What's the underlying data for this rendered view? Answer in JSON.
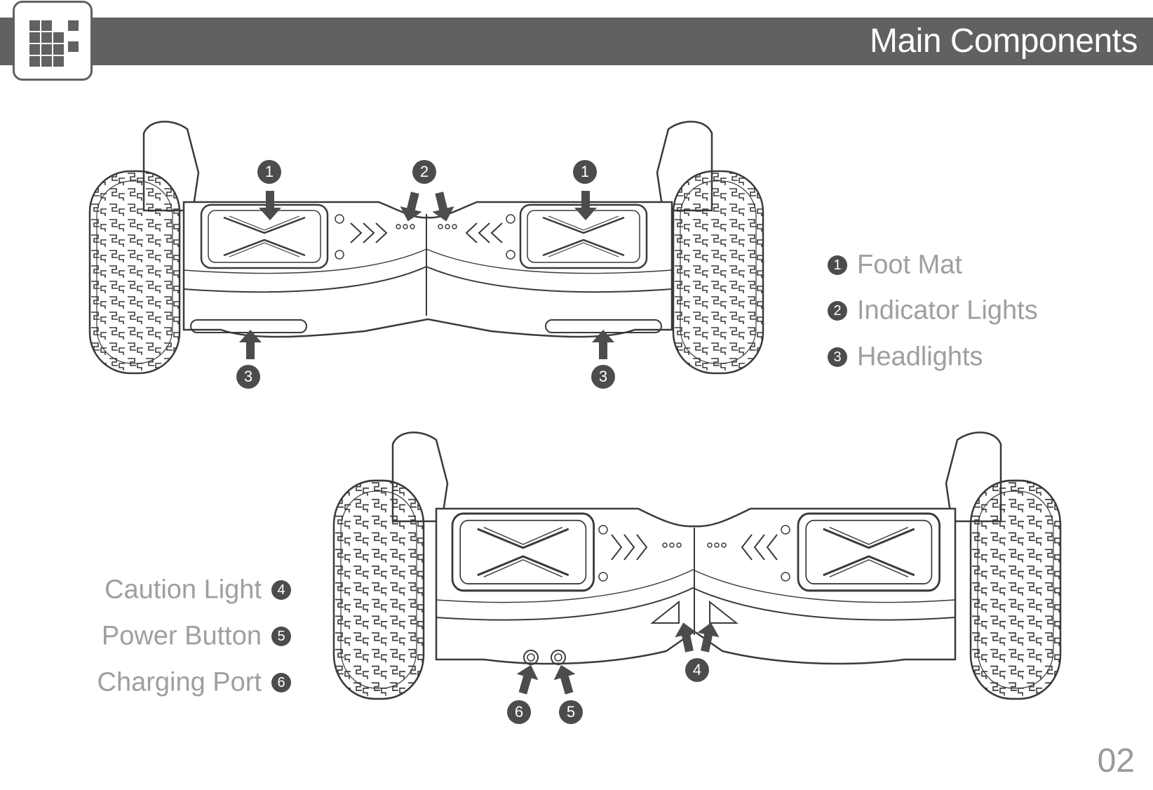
{
  "header": {
    "title": "Main Components"
  },
  "legend_top": [
    {
      "num": "1",
      "label": "Foot Mat"
    },
    {
      "num": "2",
      "label": "Indicator Lights"
    },
    {
      "num": "3",
      "label": "Headlights"
    }
  ],
  "legend_bottom": [
    {
      "num": "4",
      "label": "Caution Light"
    },
    {
      "num": "5",
      "label": "Power Button"
    },
    {
      "num": "6",
      "label": "Charging Port"
    }
  ],
  "callouts_top": [
    "1",
    "2",
    "1",
    "3",
    "3"
  ],
  "callouts_bottom": [
    "4",
    "6",
    "5"
  ],
  "page_number": "02",
  "colors": {
    "header": "#626161",
    "callout": "#4d4c4c",
    "text": "#a09e9e",
    "line": "#3a3a3a"
  }
}
